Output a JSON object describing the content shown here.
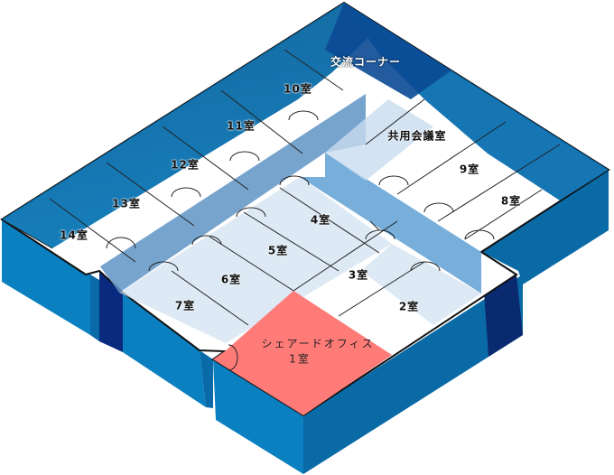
{
  "title": "Floor plan",
  "colors": {
    "wall": "#0a7fbf",
    "wall_dark": "#0d3f8a",
    "corridor": "#5f9bd0",
    "floor": "#ffffff",
    "highlight": "#ff7b78"
  },
  "rooms": {
    "lounge": "交流コーナー",
    "meeting": "共用会議室",
    "r10": "10室",
    "r11": "11室",
    "r12": "12室",
    "r13": "13室",
    "r14": "14室",
    "r9": "9室",
    "r8": "8室",
    "r4": "4室",
    "r5": "5室",
    "r6": "6室",
    "r3": "3室",
    "r7": "7室",
    "r2": "2室",
    "shared_title": "シェアードオフィス",
    "r1": "1室"
  }
}
